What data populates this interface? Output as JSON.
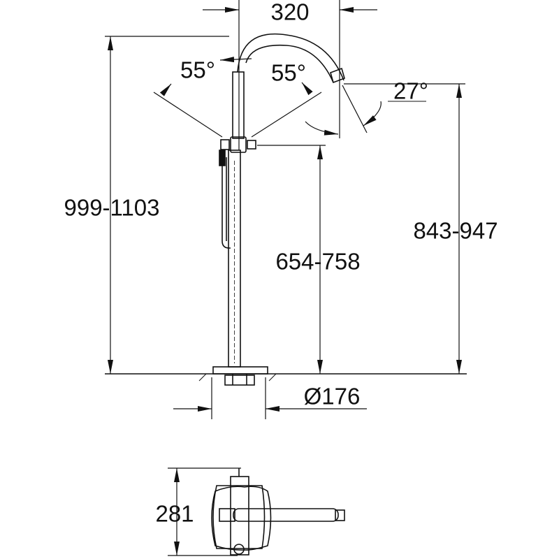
{
  "dimensions": {
    "spout_reach": "320",
    "total_height": "999-1103",
    "spout_outlet_height": "843-947",
    "handle_height": "654-758",
    "base_diameter": "Ø176",
    "top_view_depth": "281",
    "handle_angle_left": "55°",
    "handle_angle_right": "55°",
    "spout_angle": "27°"
  },
  "colors": {
    "line": "#111111",
    "background": "#ffffff"
  }
}
